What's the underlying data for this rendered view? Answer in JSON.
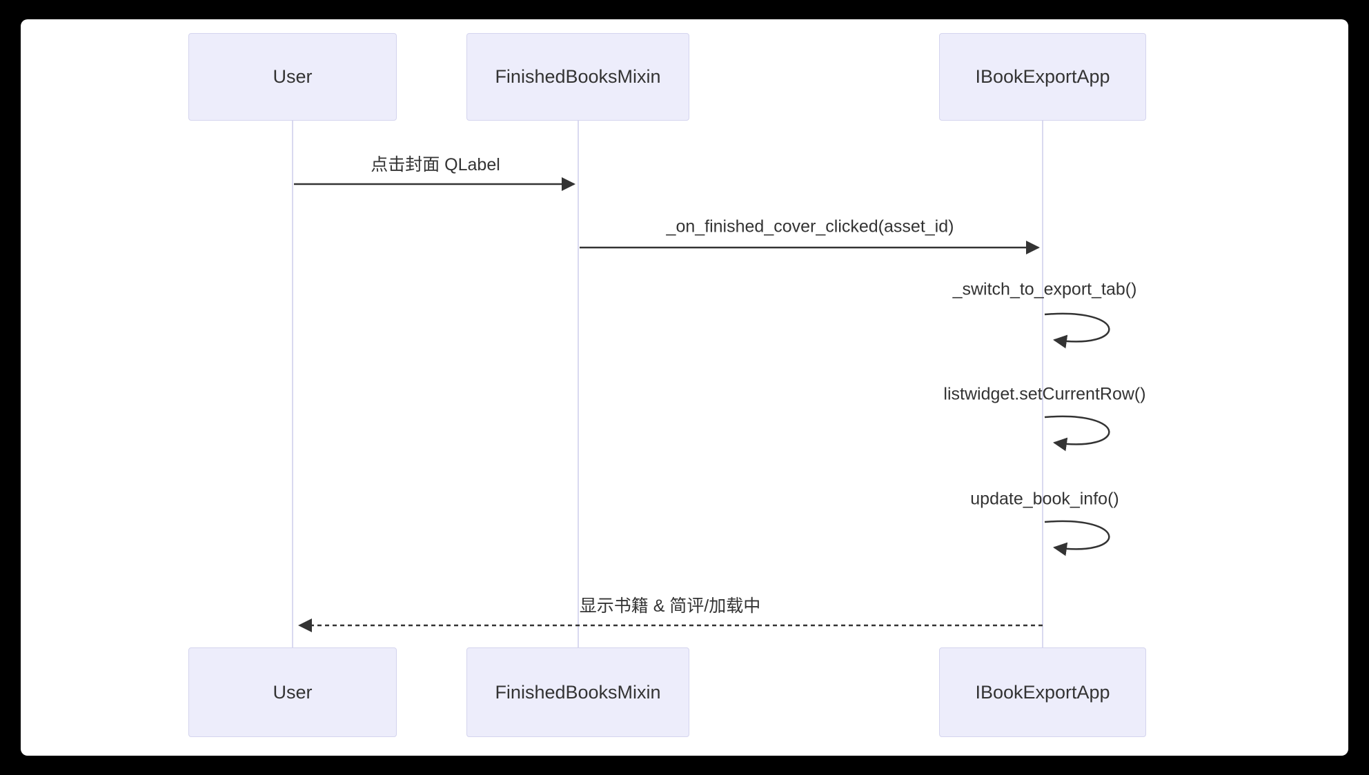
{
  "diagram": {
    "type": "sequence-diagram",
    "participants": [
      {
        "name": "User"
      },
      {
        "name": "FinishedBooksMixin"
      },
      {
        "name": "IBookExportApp"
      }
    ],
    "messages": [
      {
        "from": "User",
        "to": "FinishedBooksMixin",
        "style": "solid",
        "label": "点击封面 QLabel"
      },
      {
        "from": "FinishedBooksMixin",
        "to": "IBookExportApp",
        "style": "solid",
        "label": "_on_finished_cover_clicked(asset_id)"
      },
      {
        "from": "IBookExportApp",
        "to": "IBookExportApp",
        "style": "self",
        "label": "_switch_to_export_tab()"
      },
      {
        "from": "IBookExportApp",
        "to": "IBookExportApp",
        "style": "self",
        "label": "listwidget.setCurrentRow()"
      },
      {
        "from": "IBookExportApp",
        "to": "IBookExportApp",
        "style": "self",
        "label": "update_book_info()"
      },
      {
        "from": "IBookExportApp",
        "to": "User",
        "style": "dashed",
        "label": "显示书籍 & 简评/加载中"
      }
    ],
    "colors": {
      "frame": "#000000",
      "canvas": "#ffffff",
      "actor_fill": "#EDEDFB",
      "actor_border": "#D4D4EE",
      "lifeline": "#D9D9F0",
      "arrow": "#333333",
      "text": "#333333"
    }
  }
}
